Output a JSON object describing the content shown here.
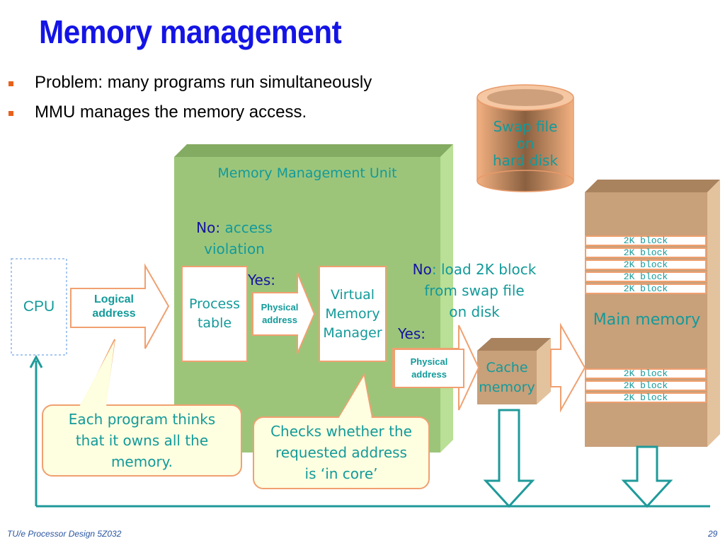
{
  "slide": {
    "title": "Memory management",
    "bullets": [
      "Problem: many programs run simultaneously",
      "MMU manages the memory access."
    ],
    "footer_left": "TU/e Processor Design 5Z032",
    "page_number": "29"
  },
  "diagram": {
    "swap": {
      "line1": "Swap file",
      "line2": "on",
      "line3": "hard disk"
    },
    "mmu_label": "Memory Management Unit",
    "no_access": {
      "prefix": "No:",
      "line1": " access",
      "line2": "violation"
    },
    "cpu": "CPU",
    "logical": {
      "line1": "Logical",
      "line2": "address"
    },
    "process_table": {
      "line1": "Process",
      "line2": "table"
    },
    "yes1": "Yes:",
    "physical1": {
      "line1": "Physical",
      "line2": "address"
    },
    "vmm": {
      "line1": "Virtual",
      "line2": "Memory",
      "line3": "Manager"
    },
    "no_load": {
      "prefix": "No",
      "line1": ": load 2K block",
      "line2": "from swap file",
      "line3": "on disk"
    },
    "yes2": "Yes:",
    "physical2": {
      "line1": "Physical",
      "line2": "address"
    },
    "cache": {
      "line1": "Cache",
      "line2": "memory"
    },
    "main_memory": "Main memory",
    "blocks_top": [
      "2K block",
      "2K block",
      "2K block",
      "2K block",
      "2K block"
    ],
    "blocks_bottom": [
      "2K block",
      "2K block",
      "2K block"
    ],
    "callout1": {
      "line1": "Each program thinks",
      "line2": "that it owns all the",
      "line3": "memory."
    },
    "callout2": {
      "line1": "Checks whether the",
      "line2": "requested address",
      "line3": "is ‘in core’"
    }
  },
  "colors": {
    "title": "#1414e6",
    "teal_text": "#139a9a",
    "mmu_green": "#9dc57a",
    "memory_brown": "#c8a07a",
    "arrow_orange": "#f0a070",
    "callout_fill": "#fefee0",
    "bus_teal": "#1f9a9a"
  }
}
